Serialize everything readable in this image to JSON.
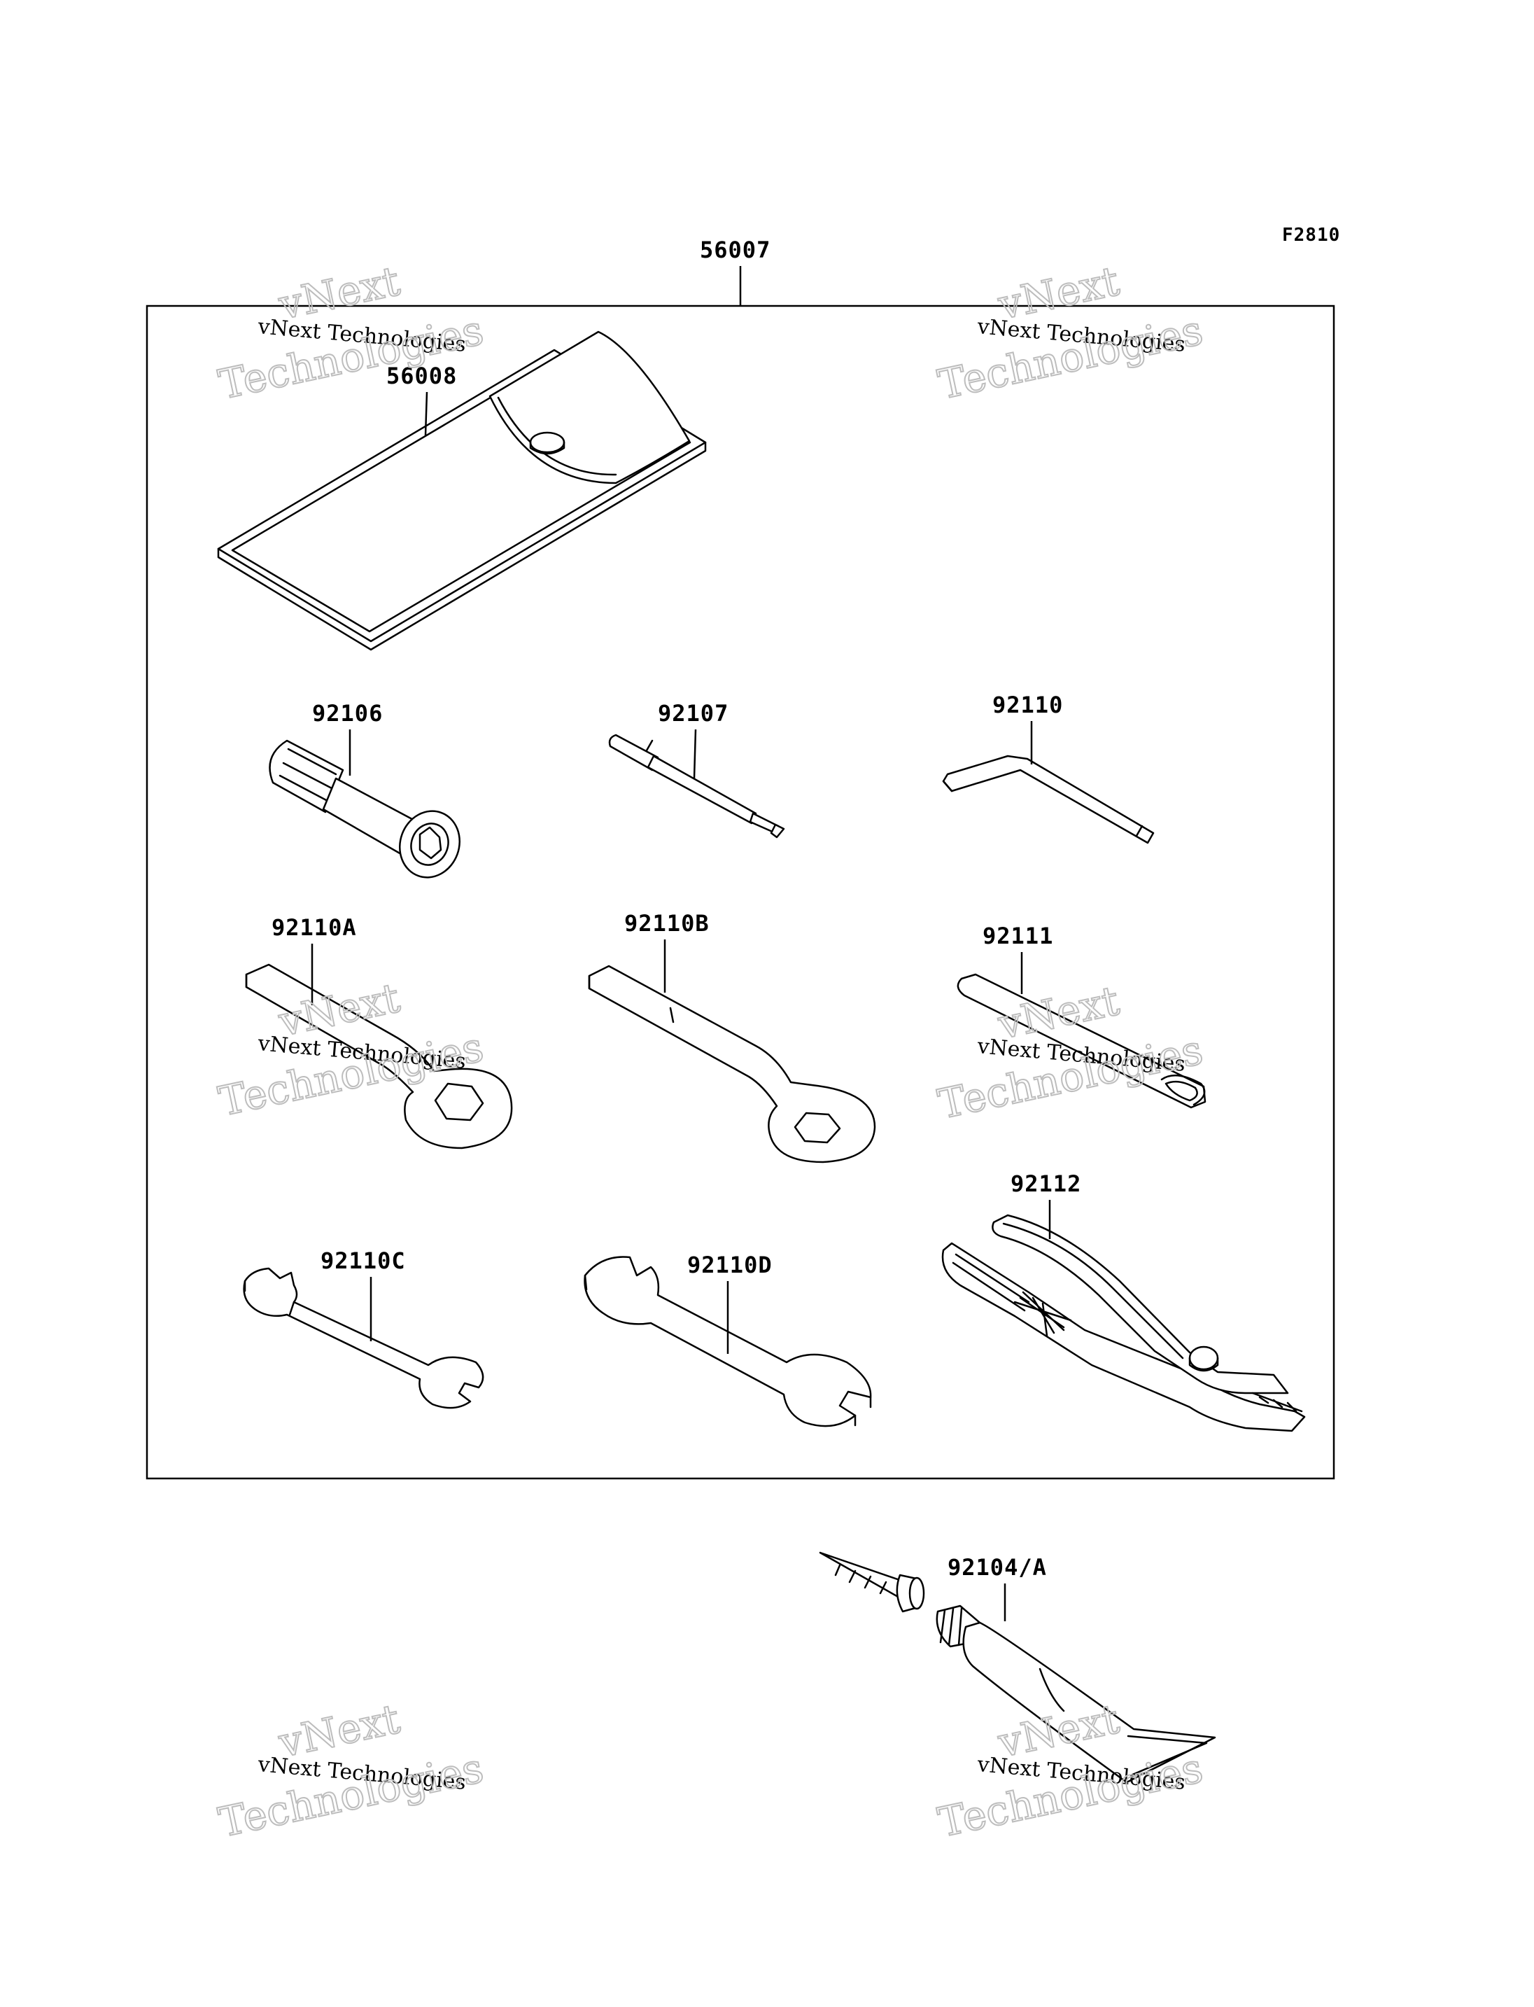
{
  "figure_code": "F2810",
  "kit": {
    "number": "56007"
  },
  "parts": [
    {
      "number": "56008",
      "name": "tool-pouch"
    },
    {
      "number": "92106",
      "name": "socket"
    },
    {
      "number": "92107",
      "name": "screwdriver"
    },
    {
      "number": "92110",
      "name": "hex-key"
    },
    {
      "number": "92110A",
      "name": "ring-wrench-a"
    },
    {
      "number": "92110B",
      "name": "ring-wrench-b"
    },
    {
      "number": "92111",
      "name": "tommy-bar"
    },
    {
      "number": "92112",
      "name": "pliers"
    },
    {
      "number": "92110C",
      "name": "open-wrench-c"
    },
    {
      "number": "92110D",
      "name": "open-wrench-d"
    },
    {
      "number": "92104/A",
      "name": "valve-core-and-tube"
    }
  ],
  "watermark": {
    "line_small": "vNext Technologies",
    "line_big_1": "vNext",
    "line_big_2": "Technologies"
  }
}
